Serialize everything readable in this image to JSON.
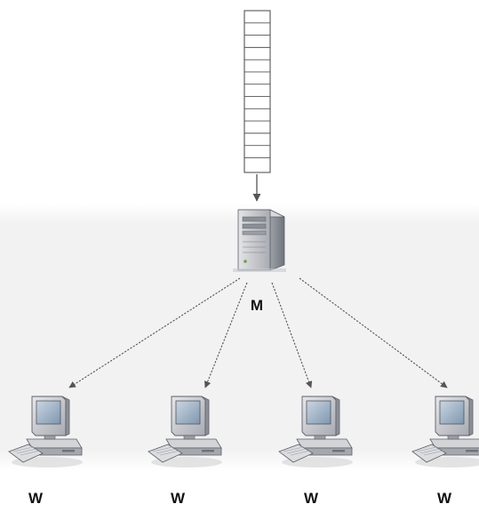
{
  "diagram": {
    "queue": {
      "slot_count": 12,
      "icon": "queue-stack-icon"
    },
    "master": {
      "label": "M",
      "icon": "server-tower-icon"
    },
    "workers": [
      {
        "label": "W",
        "icon": "desktop-computer-icon"
      },
      {
        "label": "W",
        "icon": "desktop-computer-icon"
      },
      {
        "label": "W",
        "icon": "desktop-computer-icon"
      },
      {
        "label": "W",
        "icon": "desktop-computer-icon"
      }
    ],
    "colors": {
      "background_band": "#f3f3f3",
      "queue_stroke": "#555555",
      "arrow": "#555555",
      "server_body": "#c9cbcf",
      "monitor_screen": "#9fb4c8",
      "label": "#111111"
    }
  }
}
